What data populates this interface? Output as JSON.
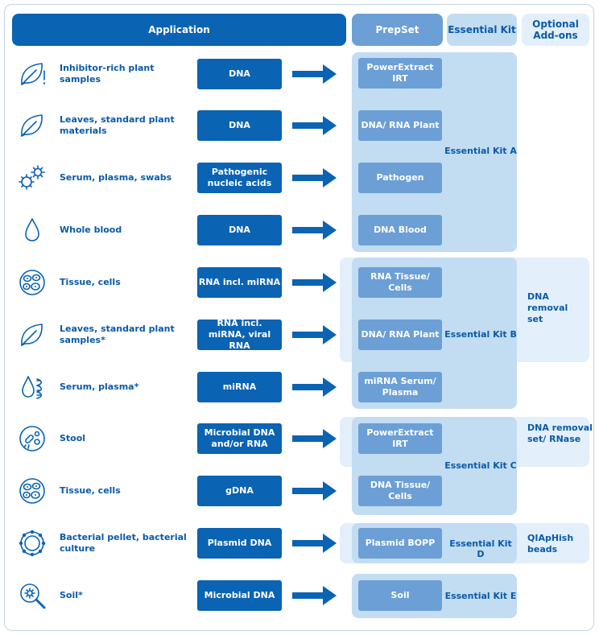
{
  "headers": {
    "application": "Application",
    "prepset": "PrepSet",
    "essential_kit": "Essential Kit",
    "optional_addons": "Optional Add-ons"
  },
  "rows": [
    {
      "sample": "Inhibitor-rich plant samples",
      "icon": "leaf-exclamation-icon",
      "nucleic": "DNA",
      "prepset": "PowerExtract IRT"
    },
    {
      "sample": "Leaves, standard plant materials",
      "icon": "leaf-icon",
      "nucleic": "DNA",
      "prepset": "DNA/ RNA Plant"
    },
    {
      "sample": "Serum, plasma, swabs",
      "icon": "virus-icon",
      "nucleic": "Pathogenic nucleic acids",
      "prepset": "Pathogen"
    },
    {
      "sample": "Whole blood",
      "icon": "blood-drop-icon",
      "nucleic": "DNA",
      "prepset": "DNA Blood"
    },
    {
      "sample": "Tissue, cells",
      "icon": "cells-icon",
      "nucleic": "RNA incl. miRNA",
      "prepset": "RNA Tissue/ Cells"
    },
    {
      "sample": "Leaves, standard plant samples*",
      "icon": "leaf-icon",
      "nucleic": "RNA incl. miRNA, viral RNA",
      "prepset": "DNA/ RNA Plant"
    },
    {
      "sample": "Serum, plasma*",
      "icon": "drop-rna-icon",
      "nucleic": "miRNA",
      "prepset": "miRNA Serum/ Plasma"
    },
    {
      "sample": "Stool",
      "icon": "microbe-icon",
      "nucleic": "Microbial DNA and/or RNA",
      "prepset": "PowerExtract IRT"
    },
    {
      "sample": "Tissue, cells",
      "icon": "cells-icon",
      "nucleic": "gDNA",
      "prepset": "DNA Tissue/ Cells"
    },
    {
      "sample": "Bacterial pellet, bacterial culture",
      "icon": "bacteria-icon",
      "nucleic": "Plasmid DNA",
      "prepset": "Plasmid BOPP"
    },
    {
      "sample": "Soil*",
      "icon": "magnifier-icon",
      "nucleic": "Microbial DNA",
      "prepset": "Soil"
    }
  ],
  "kits": [
    "Essential Kit A",
    "Essential Kit B",
    "Essential Kit C",
    "Essential Kit D",
    "Essential Kit E"
  ],
  "addons": [
    "DNA removal set",
    "DNA removal set/ RNase",
    "QIApHish beads"
  ],
  "colors": {
    "primary": "#0a63b3",
    "prepset": "#6b9fd6",
    "kit": "#c2dcf2",
    "addon": "#e3effa"
  }
}
